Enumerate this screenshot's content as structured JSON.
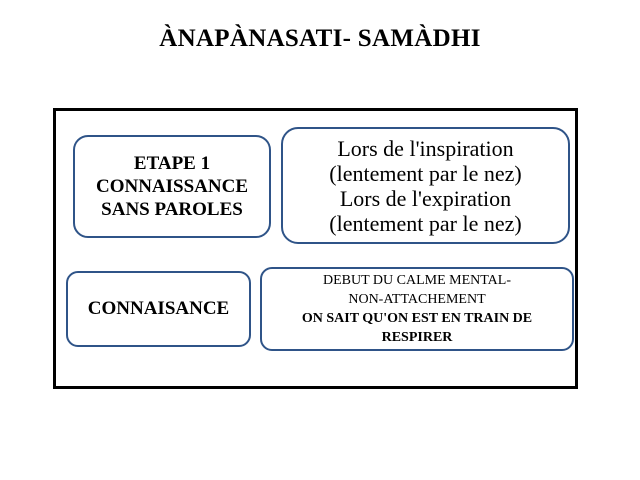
{
  "page": {
    "title": "ÀNAPÀNASATI- SAMÀDHI"
  },
  "colors": {
    "background": "#ffffff",
    "frame_border": "#000000",
    "box_border": "#2f5488",
    "text": "#000000"
  },
  "diagram": {
    "boxes": [
      {
        "id": "etape-1",
        "style": "bold",
        "lines": [
          "ETAPE 1",
          "CONNAISSANCE",
          "SANS PAROLES"
        ]
      },
      {
        "id": "inspiration-expiration",
        "style": "regular",
        "lines": [
          "Lors de l'inspiration",
          "(lentement par le nez)",
          "Lors de l'expiration",
          "(lentement par le nez)"
        ]
      },
      {
        "id": "connaisance",
        "style": "bold",
        "lines": [
          "CONNAISANCE"
        ]
      },
      {
        "id": "debut-du-calme-mental",
        "style": "mixed",
        "lines": [
          "DEBUT DU CALME MENTAL-",
          "NON-ATTACHEMENT",
          "ON SAIT QU'ON EST EN TRAIN DE",
          "RESPIRER"
        ],
        "bold_lines": [
          false,
          false,
          true,
          true
        ]
      }
    ]
  }
}
